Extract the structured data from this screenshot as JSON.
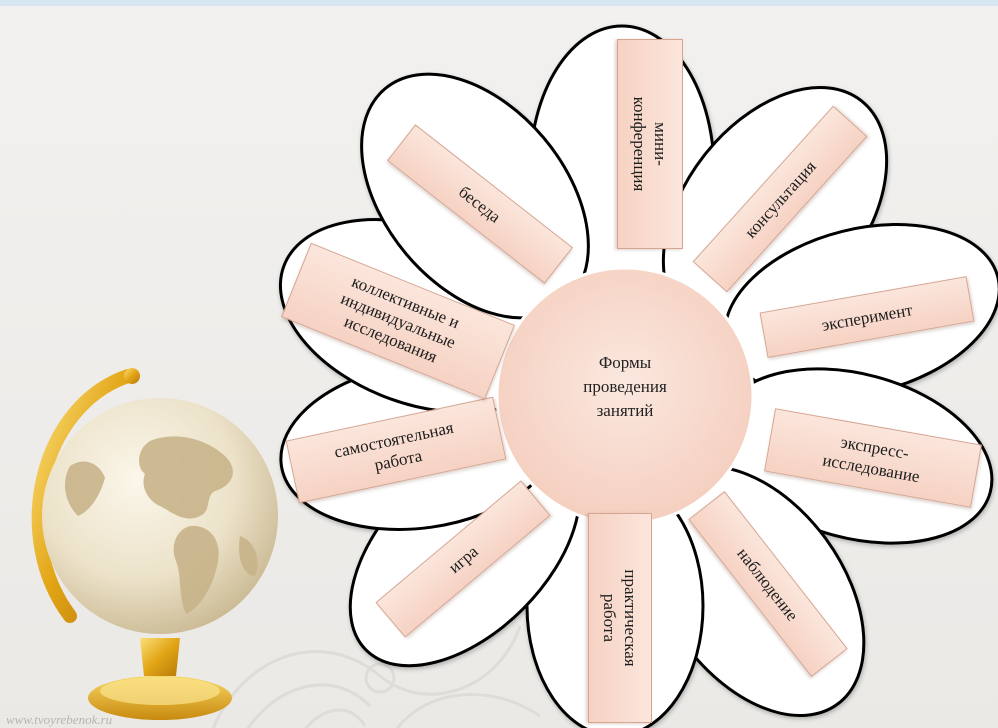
{
  "diagram": {
    "center_lines": [
      "Формы",
      "проведения",
      "занятий"
    ],
    "petals": [
      {
        "id": "mini-konferentsiya",
        "lines": [
          "мини-",
          "конференция"
        ]
      },
      {
        "id": "konsultatsiya",
        "lines": [
          "консультация"
        ]
      },
      {
        "id": "eksperiment",
        "lines": [
          "эксперимент"
        ]
      },
      {
        "id": "ekspress-issledovanie",
        "lines": [
          "экспресс-",
          "исследование"
        ]
      },
      {
        "id": "nablyudenie",
        "lines": [
          "наблюдение"
        ]
      },
      {
        "id": "prakticheskaya-rabota",
        "lines": [
          "практическая",
          "работа"
        ]
      },
      {
        "id": "igra",
        "lines": [
          "игра"
        ]
      },
      {
        "id": "samostoyatelnaya-rabota",
        "lines": [
          "самостоятельная",
          "работа"
        ]
      },
      {
        "id": "kollektivnye-issledovaniya",
        "lines": [
          "коллективные и",
          "индивидуальные",
          "исследования"
        ]
      },
      {
        "id": "beseda",
        "lines": [
          "беседа"
        ]
      }
    ]
  },
  "watermark": "www.tvoyrebenok.ru",
  "colors": {
    "background": "#efeeec",
    "petal_fill": "#ffffff",
    "petal_outline": "#000000",
    "center_fill": "#f7d9cc",
    "label_box": "#f8dcd0",
    "globe_stand": "#d9a21c"
  }
}
